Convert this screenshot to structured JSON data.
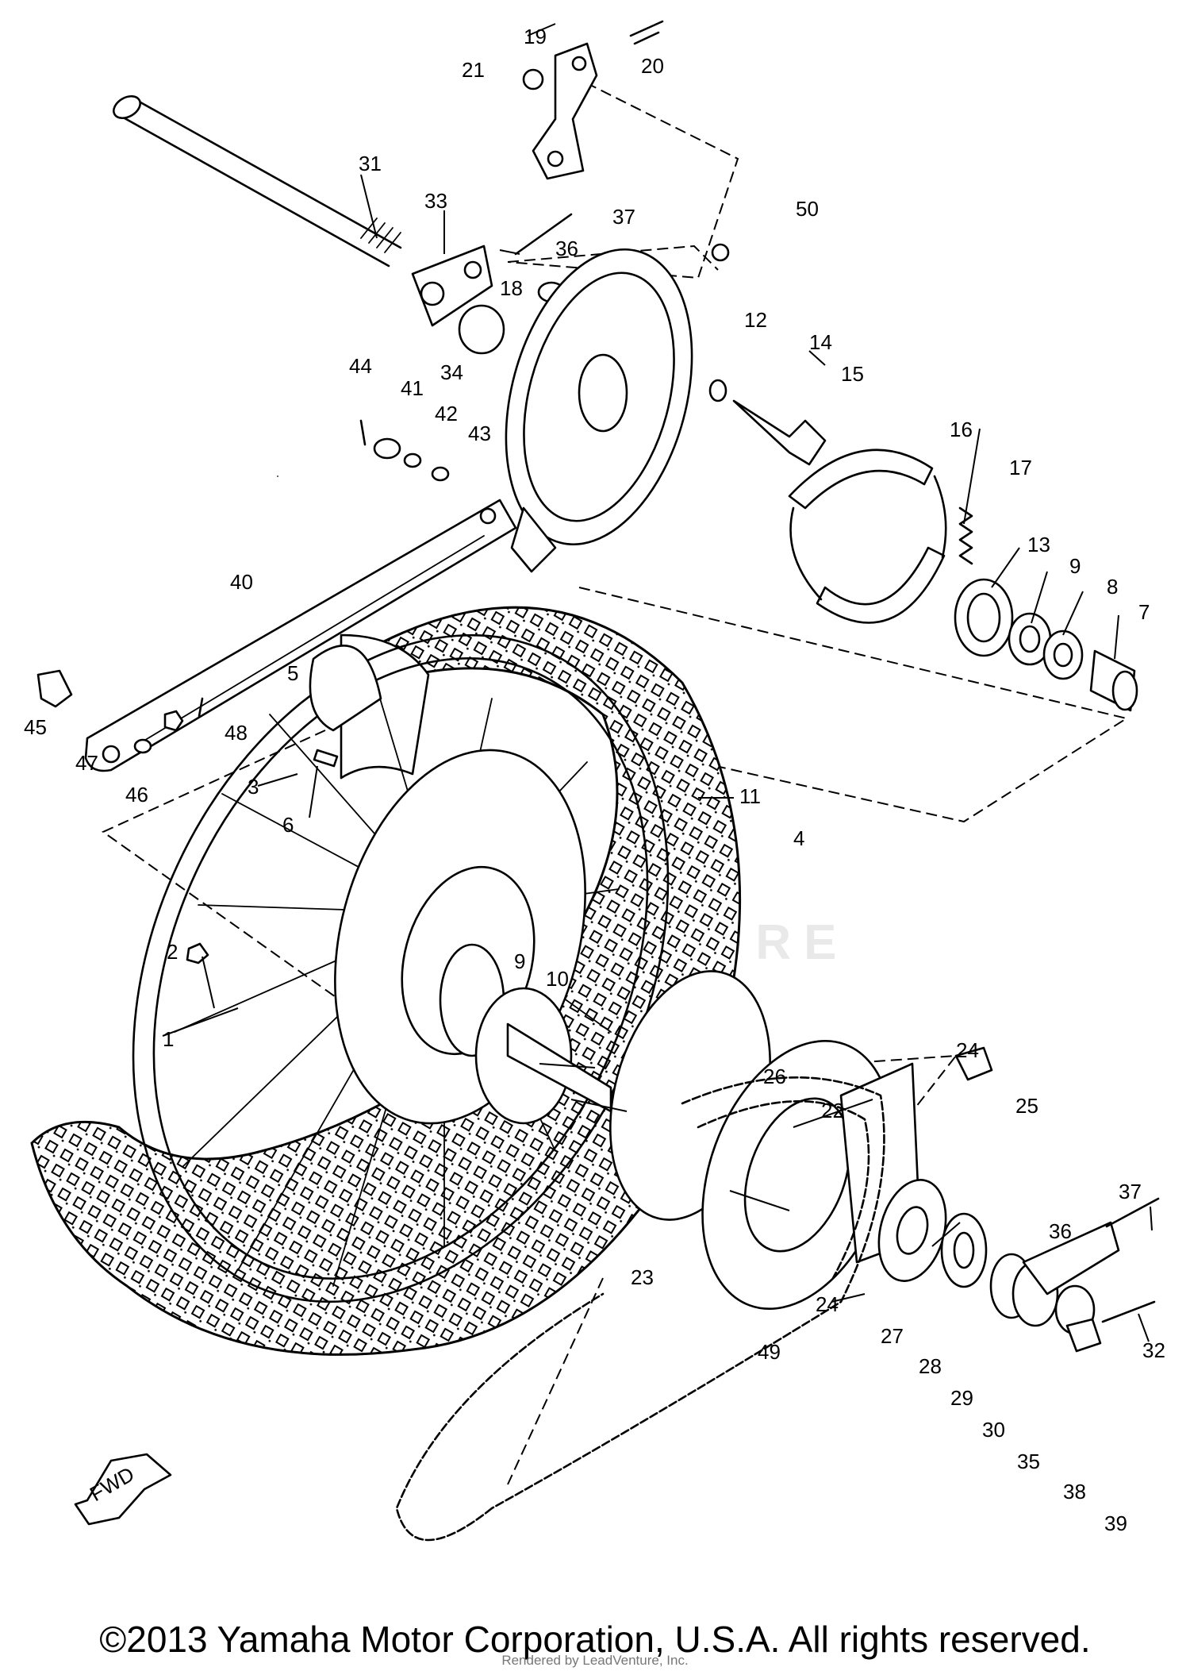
{
  "footer": {
    "copyright": "©2013 Yamaha Motor Corporation, U.S.A. All rights reserved.",
    "watermark": "LEADVENTURE",
    "rendered_by": "Rendered by LeadVenture, Inc."
  },
  "arrow_label": "FWD",
  "part_labels": [
    "1",
    "2",
    "3",
    "4",
    "5",
    "6",
    "7",
    "8",
    "9",
    "9",
    "10",
    "11",
    "12",
    "13",
    "14",
    "15",
    "16",
    "17",
    "18",
    "19",
    "20",
    "21",
    "22",
    "23",
    "24",
    "24",
    "25",
    "26",
    "27",
    "28",
    "29",
    "30",
    "31",
    "32",
    "33",
    "34",
    "35",
    "36",
    "36",
    "37",
    "37",
    "38",
    "39",
    "40",
    "41",
    "42",
    "43",
    "44",
    "45",
    "46",
    "47",
    "48",
    "49",
    "50"
  ]
}
